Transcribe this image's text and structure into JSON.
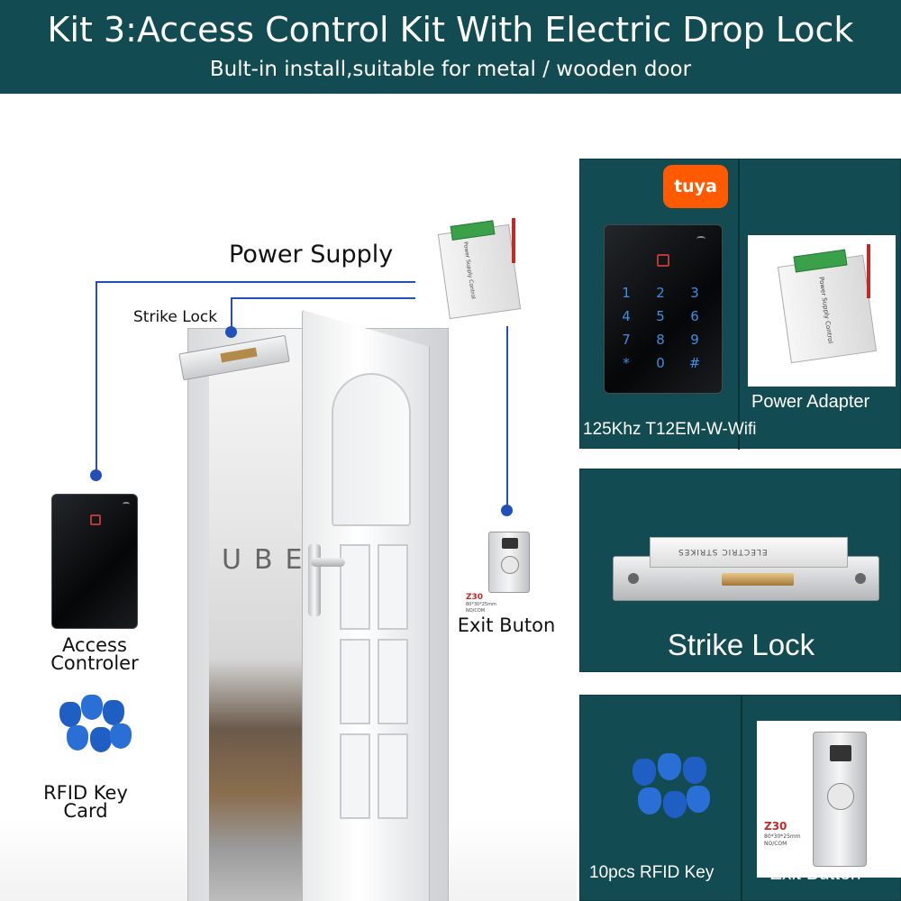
{
  "header": {
    "title": "Kit 3:Access Control Kit With Electric Drop Lock",
    "subtitle": "Bult-in install,suitable for metal / wooden door"
  },
  "scene": {
    "power_supply_label": "Power Supply",
    "strike_lock_label": "Strike Lock",
    "access_controler_label_1": "Access",
    "access_controler_label_2": "Controler",
    "rfid_key_card_label_1": "RFID Key",
    "rfid_key_card_label_2": "Card",
    "exit_buton_label": "Exit Buton",
    "wall_sign": "UBE",
    "exit_button_model": "Z30",
    "exit_button_spec": "80*30*25mm",
    "exit_button_mode": "NO/COM",
    "power_unit_text": "Power Supply Control"
  },
  "panels": {
    "keypad": {
      "brand": "tuya",
      "caption": "125Khz T12EM-W-Wifi",
      "keys": [
        "1",
        "2",
        "3",
        "4",
        "5",
        "6",
        "7",
        "8",
        "9",
        "*",
        "0",
        "#"
      ]
    },
    "power_adapter": {
      "caption": "Power Adapter",
      "device_text": "Power Supply Control"
    },
    "strike_lock": {
      "caption": "Strike Lock",
      "plate_text": "ELECTRIC STRIKES"
    },
    "rfid_key": {
      "caption": "10pcs RFID Key"
    },
    "exit_button": {
      "caption": "Exit Button",
      "model": "Z30",
      "spec": "80*30*25mm",
      "mode": "NO/COM"
    }
  },
  "colors": {
    "header_bg": "#124b52",
    "panel_bg": "#124b52",
    "wire_blue": "#2350b8",
    "keypad_blue": "#3a8fe6",
    "tuya_orange": "#ff5a00"
  }
}
